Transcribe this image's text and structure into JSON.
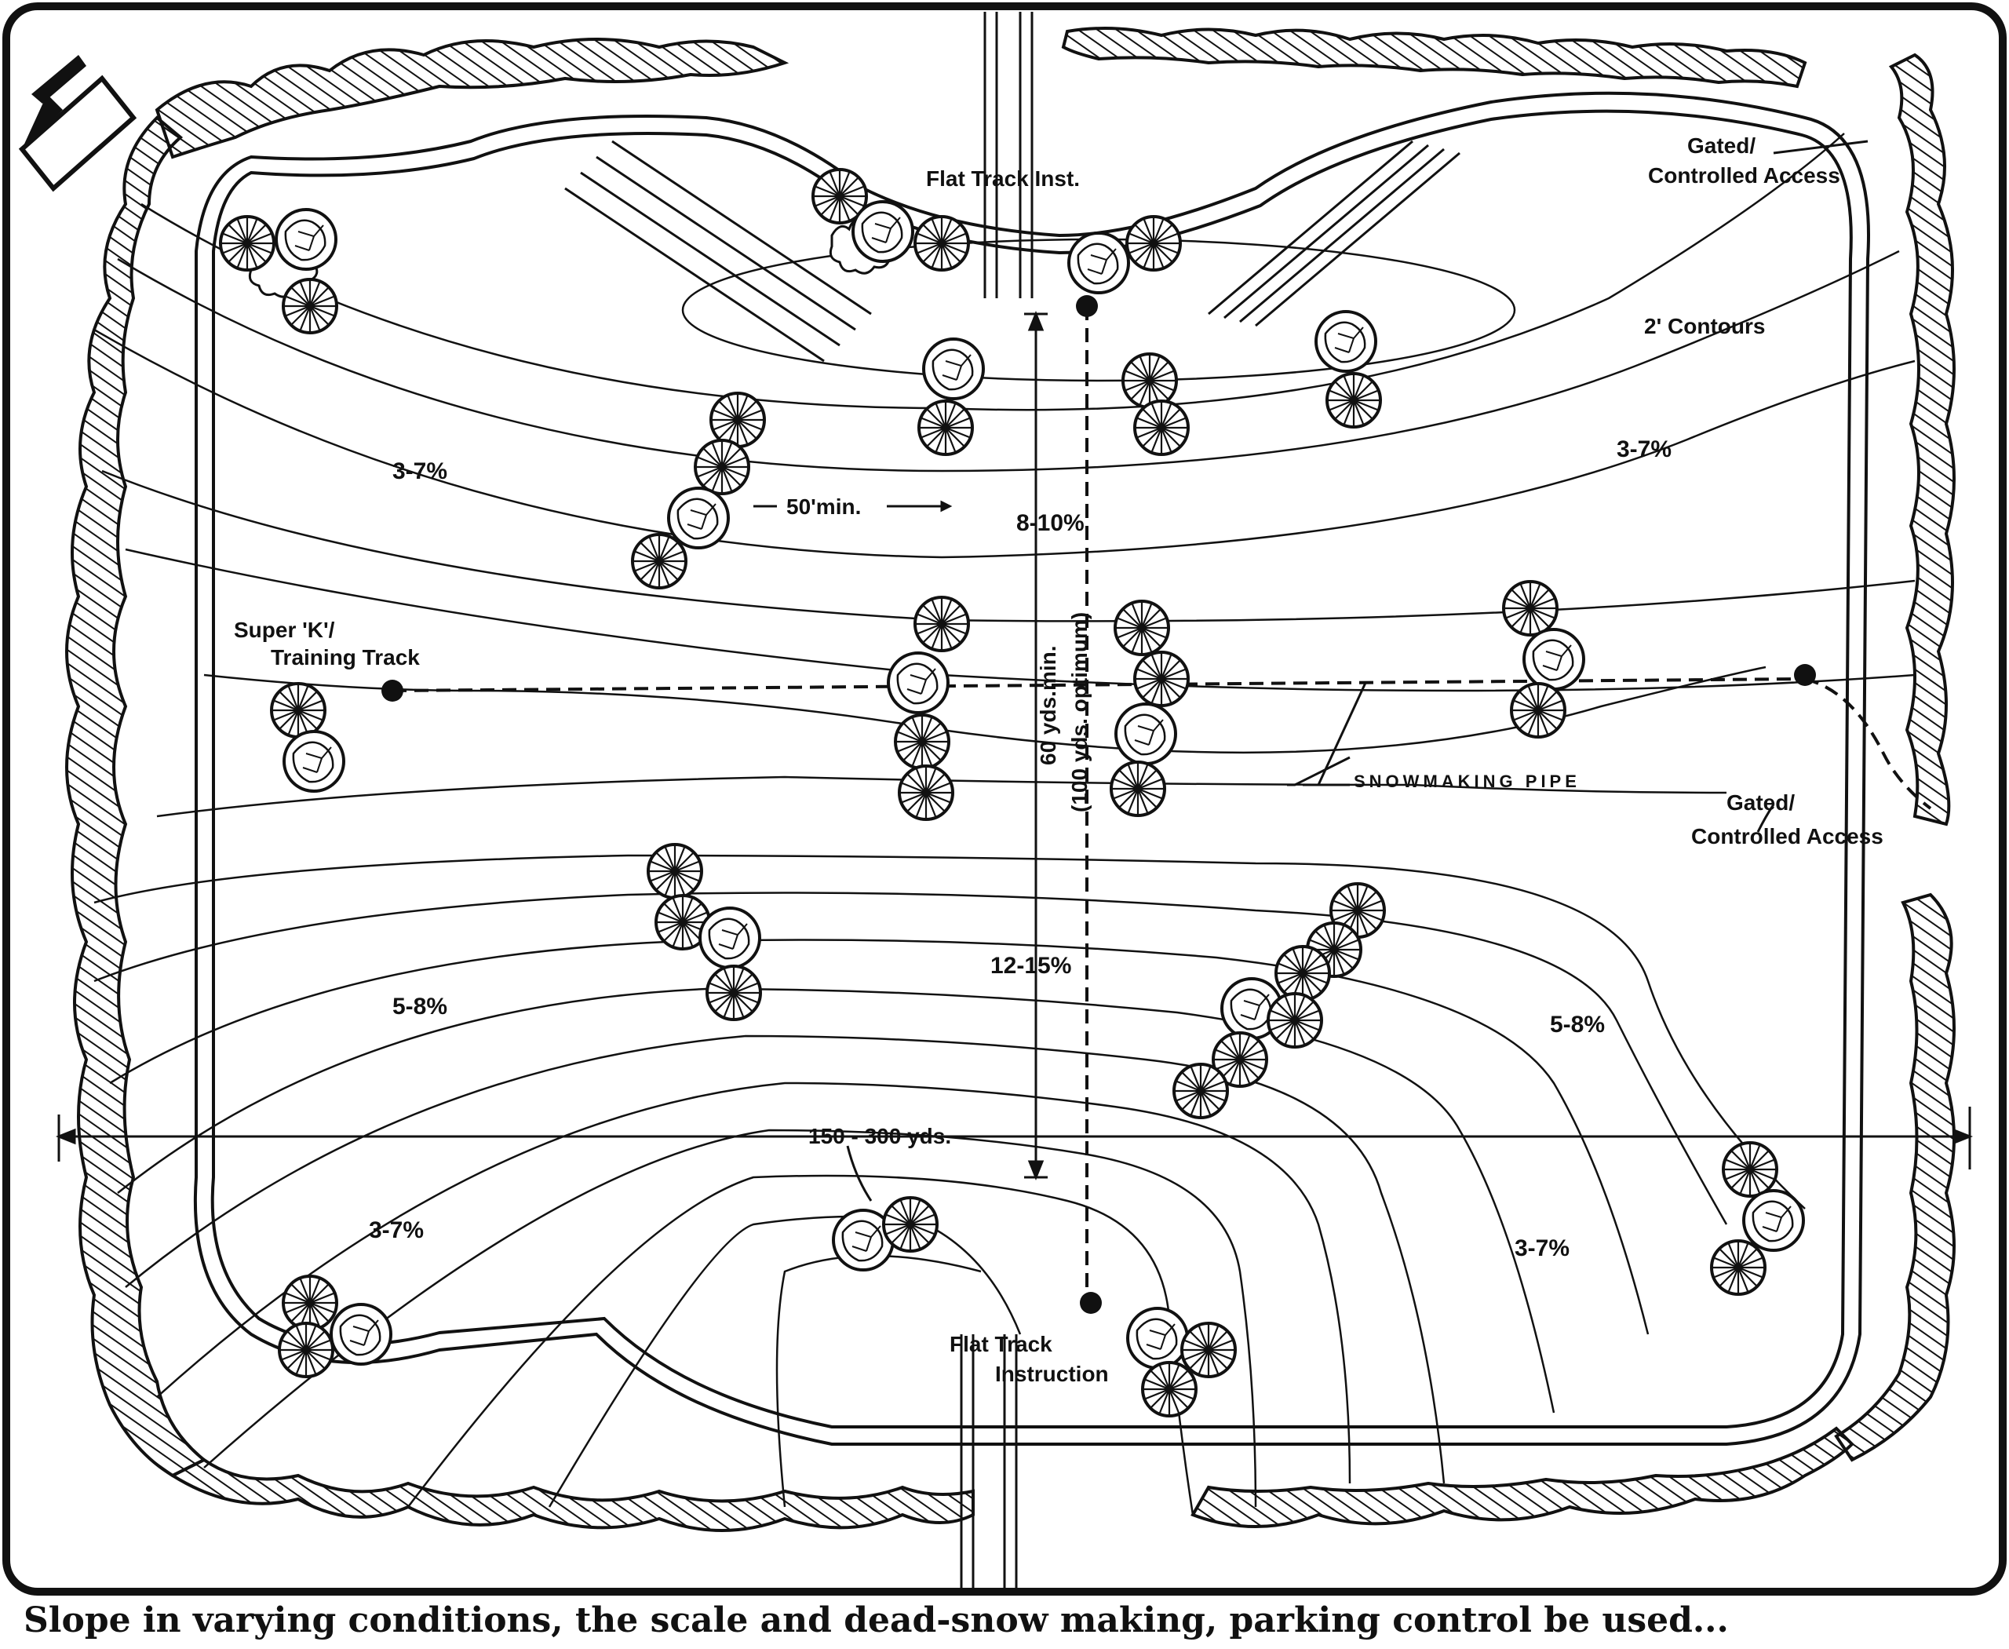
{
  "diagram": {
    "labels": {
      "flat_track_top": "Flat Track Inst.",
      "gated_top_line1": "Gated/",
      "gated_top_line2": "Controlled Access",
      "contours": "2' Contours",
      "grade_top_left": "3-7%",
      "grade_top_right": "3-7%",
      "grade_center_top": "8-10%",
      "fifty_min": "50'min.",
      "super_k_line1": "Super 'K'/",
      "super_k_line2": "Training Track",
      "sixty_yds_line1": "60 yds.min.",
      "sixty_yds_line2": "(100 yds. optimum)",
      "snowmaking": "SNOWMAKING PIPE",
      "gated_right_line1": "Gated/",
      "gated_right_line2": "Controlled Access",
      "grade_center_bottom": "12-15%",
      "grade_mid_left": "5-8%",
      "grade_mid_right": "5-8%",
      "width_dim": "150 - 300 yds.",
      "grade_bottom_left": "3-7%",
      "grade_bottom_right": "3-7%",
      "flat_track_bottom_line1": "Flat Track",
      "flat_track_bottom_line2": "Instruction"
    },
    "caption": "Slope in varying conditions, the scale and dead-snow making, parking control be used..."
  }
}
